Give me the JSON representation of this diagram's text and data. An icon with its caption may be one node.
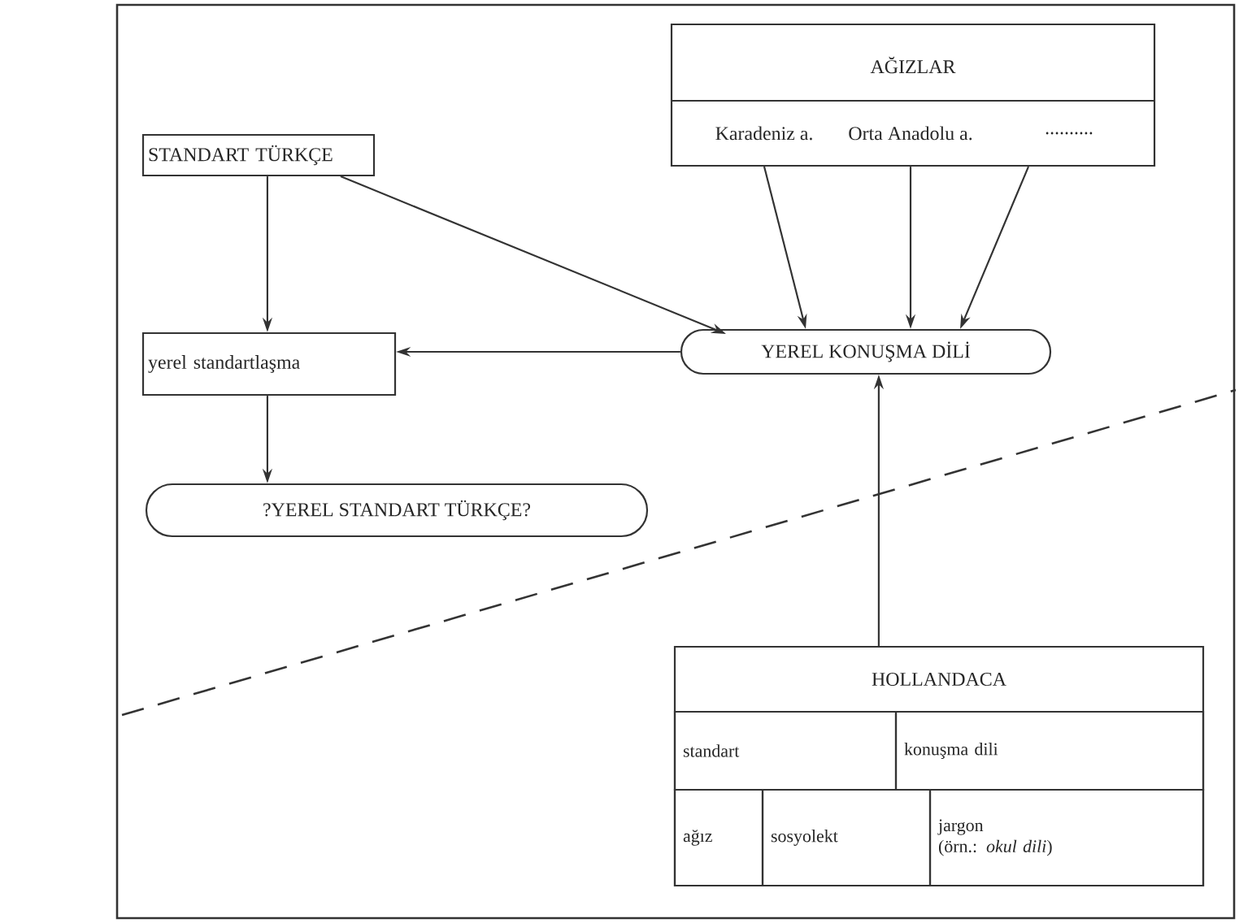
{
  "diagram": {
    "nodes": [
      {
        "text": [
          "AĞIZLAR"
        ]
      },
      {
        "text": [
          "Karadeniz a."
        ],
        "in": 0
      },
      {
        "text": [
          "Orta Anadolu a."
        ],
        "in": 0
      },
      {
        "text": [
          ".........."
        ],
        "in": 0
      },
      {
        "text": [
          "STANDART TÜRKÇE"
        ]
      },
      {
        "text": [
          "YEREL KONUŞMA DİLİ"
        ]
      },
      {
        "text": [
          "yerel standartlaşma"
        ]
      },
      {
        "text": [
          "?YEREL STANDART TÜRKÇE?"
        ]
      },
      {
        "text": [
          "HOLLANDACA"
        ]
      },
      {
        "text": [
          "standart"
        ],
        "in": 8
      },
      {
        "text": [
          "konuşma dili"
        ],
        "in": 8
      },
      {
        "text": [
          "ağız"
        ],
        "in": 8
      },
      {
        "text": [
          "sosyolekt"
        ],
        "in": 8
      },
      {
        "text": [
          "jargon",
          "(örn.: *okul dili*)"
        ],
        "in": 8
      }
    ],
    "edges": [
      {
        "from": 1,
        "to": 5,
        "arrow": "to"
      },
      {
        "from": 2,
        "to": 5,
        "arrow": "to"
      },
      {
        "from": 3,
        "to": 5,
        "arrow": "to"
      },
      {
        "from": 4,
        "to": 5,
        "arrow": "to"
      },
      {
        "from": 4,
        "to": 6,
        "arrow": "to"
      },
      {
        "from": 5,
        "to": 6,
        "arrow": "to"
      },
      {
        "from": 6,
        "to": 7,
        "arrow": "to"
      },
      {
        "from": 8,
        "to": 5,
        "arrow": "to"
      }
    ]
  }
}
